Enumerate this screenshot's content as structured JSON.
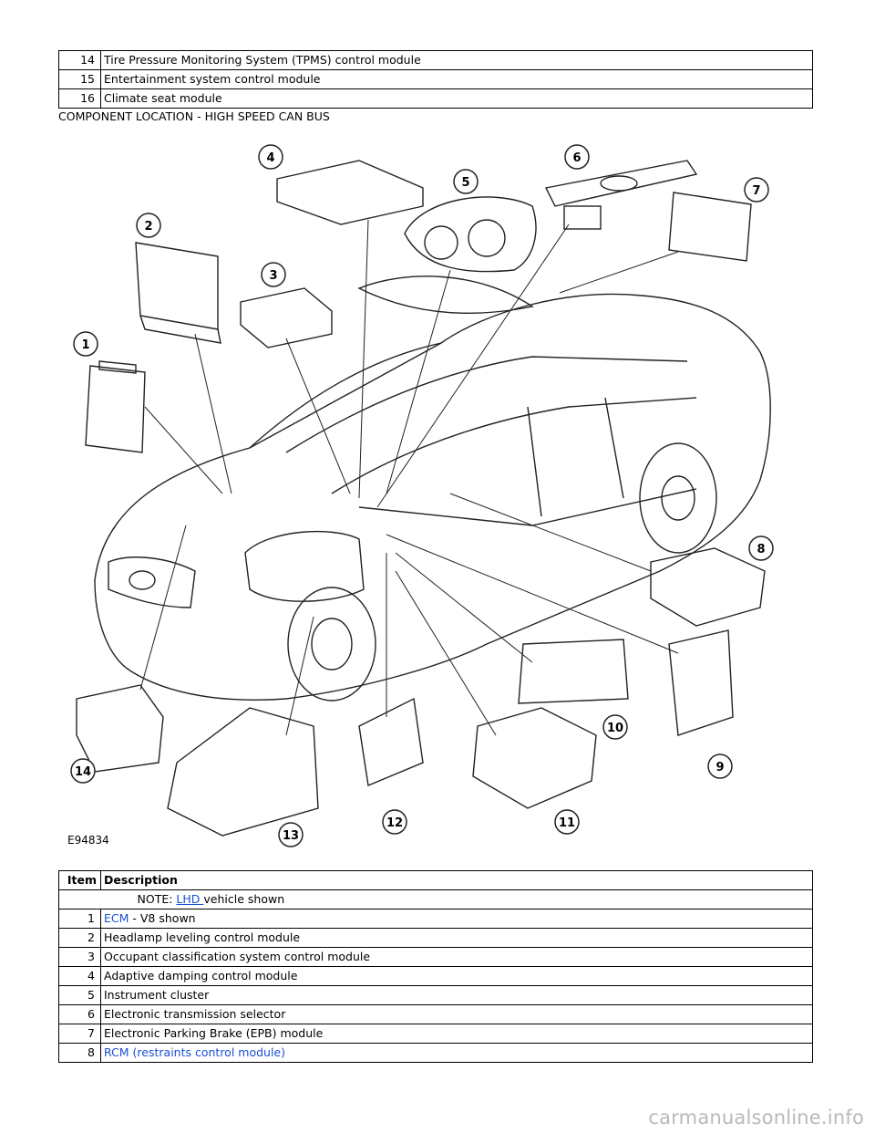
{
  "top_table": {
    "rows": [
      {
        "item": "14",
        "description": "Tire Pressure Monitoring System (TPMS) control module"
      },
      {
        "item": "15",
        "description": "Entertainment system control module"
      },
      {
        "item": "16",
        "description": "Climate seat module"
      }
    ]
  },
  "section_heading": "COMPONENT LOCATION - HIGH SPEED CAN BUS",
  "figure": {
    "id": "E94834",
    "callouts": [
      "1",
      "2",
      "3",
      "4",
      "5",
      "6",
      "7",
      "8",
      "9",
      "10",
      "11",
      "12",
      "13",
      "14"
    ]
  },
  "bottom_table": {
    "headers": {
      "item": "Item",
      "description": "Description"
    },
    "note": {
      "prefix": "NOTE: ",
      "link": "LHD ",
      "suffix": "vehicle shown"
    },
    "rows": [
      {
        "item": "1",
        "link": "ECM",
        "text": " - V8 shown"
      },
      {
        "item": "2",
        "text": "Headlamp leveling control module"
      },
      {
        "item": "3",
        "text": "Occupant classification system control module"
      },
      {
        "item": "4",
        "text": "Adaptive damping control module"
      },
      {
        "item": "5",
        "text": "Instrument cluster"
      },
      {
        "item": "6",
        "text": "Electronic transmission selector"
      },
      {
        "item": "7",
        "text": "Electronic Parking Brake (EPB) module"
      },
      {
        "item": "8",
        "link": "RCM (restraints control module)"
      }
    ]
  },
  "watermark": "carmanualsonline.info",
  "colors": {
    "link": "#1a4fd6",
    "watermark": "#b9b9b9"
  }
}
